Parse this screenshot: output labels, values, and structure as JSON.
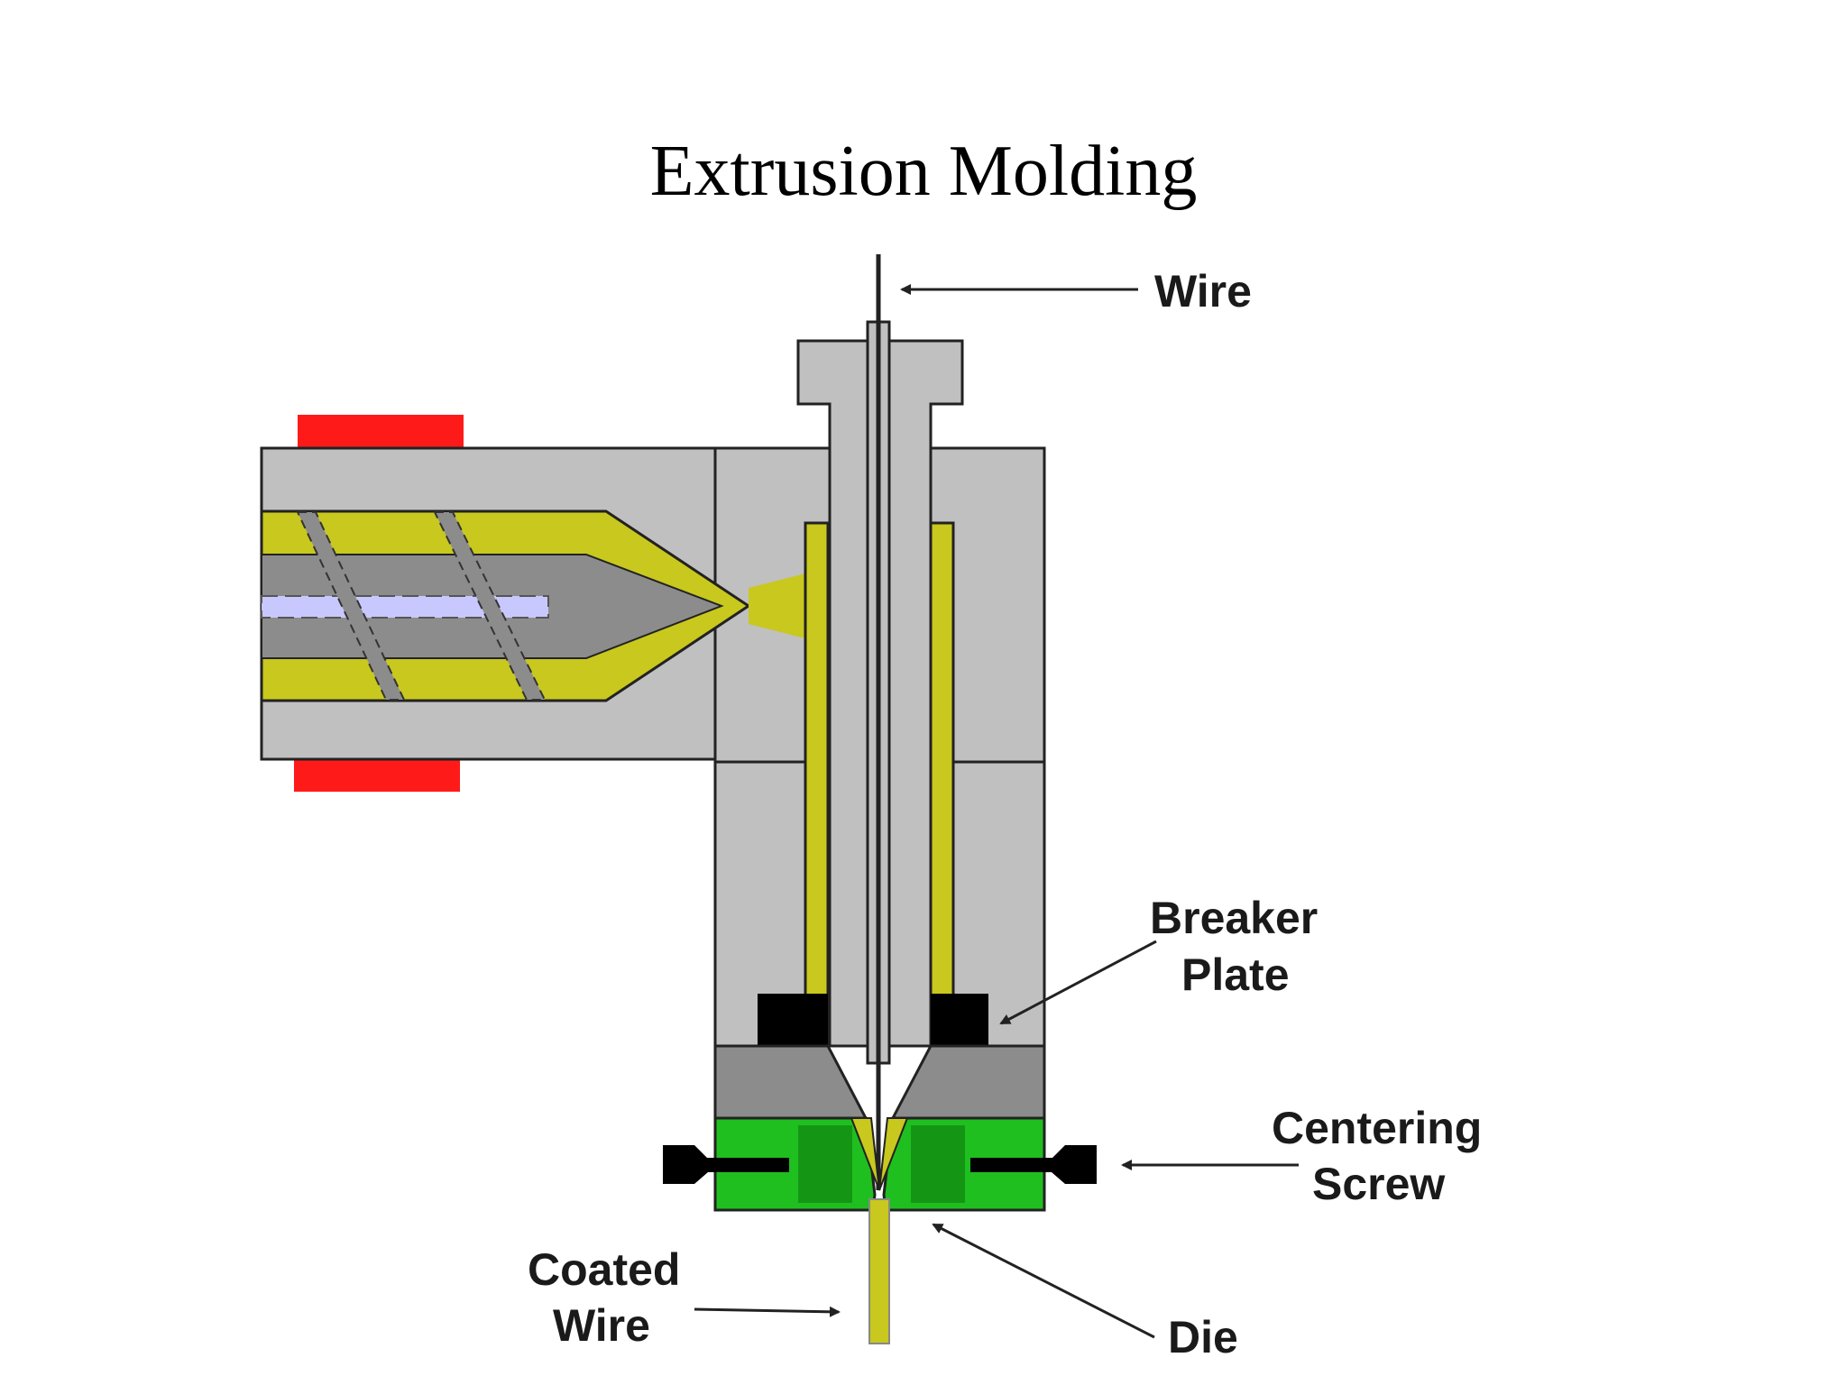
{
  "title": "Extrusion Molding",
  "labels": {
    "wire": "Wire",
    "breaker_plate_line1": "Breaker",
    "breaker_plate_line2": "Plate",
    "centering_screw_line1": "Centering",
    "centering_screw_line2": "Screw",
    "coated_wire_line1": "Coated",
    "coated_wire_line2": "Wire",
    "die": "Die"
  },
  "colors": {
    "barrel": "#c0c0c0",
    "polymer_melt": "#c8c81e",
    "screw_core": "#8c8c8c",
    "heater_band": "#ff1a1a",
    "die_body": "#1fbf1f",
    "die_dark": "#149614",
    "breaker_plate": "#000000",
    "screw_center_dash": "#c8c8ff"
  }
}
